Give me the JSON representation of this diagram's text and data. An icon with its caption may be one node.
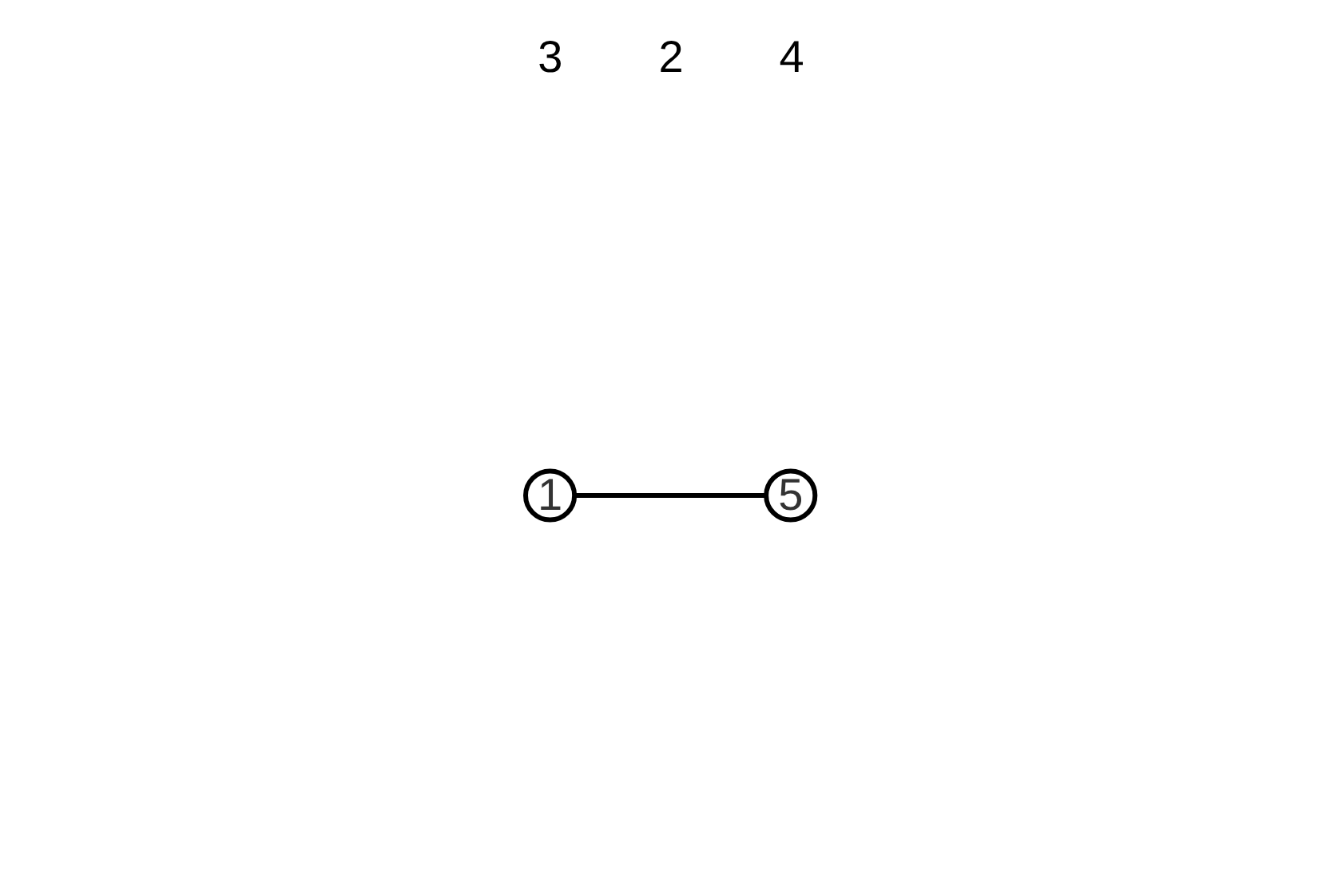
{
  "diagram": {
    "nodes": [
      {
        "text": [
          "1"
        ]
      },
      {
        "text": [
          "5"
        ]
      }
    ],
    "edges": [
      {
        "from": 0,
        "to": 1,
        "arrow": "none"
      }
    ],
    "labels": [
      "3",
      "2",
      "4"
    ]
  }
}
